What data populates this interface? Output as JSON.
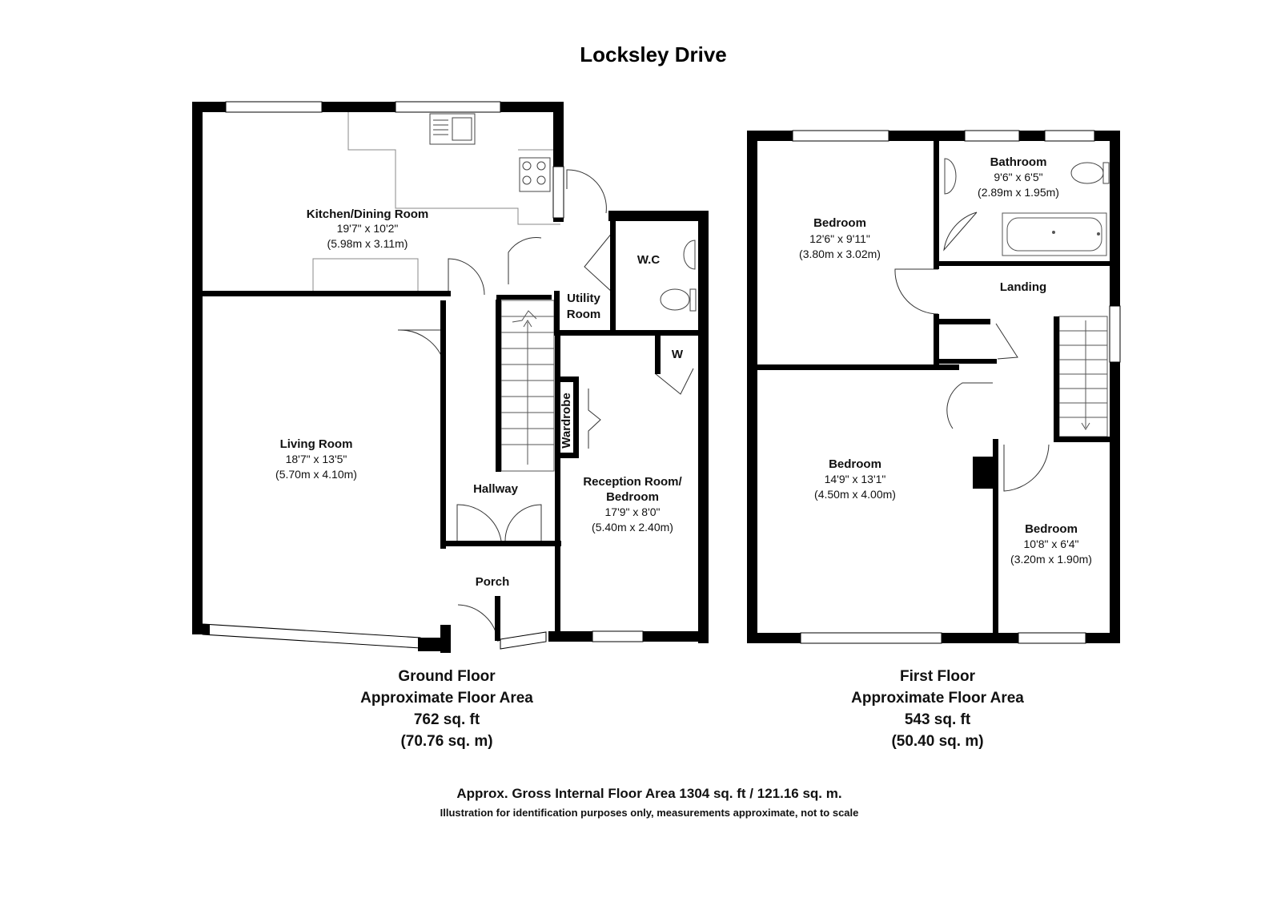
{
  "title": "Locksley Drive",
  "ground_floor": {
    "rooms": {
      "kitchen": {
        "name": "Kitchen/Dining Room",
        "dim_imperial": "19'7\" x 10'2\"",
        "dim_metric": "(5.98m x 3.11m)"
      },
      "living": {
        "name": "Living Room",
        "dim_imperial": "18'7\" x 13'5\"",
        "dim_metric": "(5.70m x 4.10m)"
      },
      "wc": {
        "name": "W.C"
      },
      "utility": {
        "name_line1": "Utility",
        "name_line2": "Room"
      },
      "wardrobe_cupboard": {
        "name": "W"
      },
      "wardrobe": {
        "name": "Wardrobe"
      },
      "hallway": {
        "name": "Hallway"
      },
      "reception": {
        "name_line1": "Reception Room/",
        "name_line2": "Bedroom",
        "dim_imperial": "17'9\" x 8'0\"",
        "dim_metric": "(5.40m x 2.40m)"
      },
      "porch": {
        "name": "Porch"
      }
    },
    "summary": {
      "label": "Ground Floor",
      "area_label": "Approximate Floor Area",
      "area_sqft": "762 sq. ft",
      "area_sqm": "(70.76 sq. m)"
    }
  },
  "first_floor": {
    "rooms": {
      "bedroom1": {
        "name": "Bedroom",
        "dim_imperial": "12'6\" x 9'11\"",
        "dim_metric": "(3.80m x 3.02m)"
      },
      "bathroom": {
        "name": "Bathroom",
        "dim_imperial": "9'6\" x 6'5\"",
        "dim_metric": "(2.89m x 1.95m)"
      },
      "landing": {
        "name": "Landing"
      },
      "bedroom2": {
        "name": "Bedroom",
        "dim_imperial": "14'9\" x 13'1\"",
        "dim_metric": "(4.50m x 4.00m)"
      },
      "bedroom3": {
        "name": "Bedroom",
        "dim_imperial": "10'8\" x 6'4\"",
        "dim_metric": "(3.20m x 1.90m)"
      }
    },
    "summary": {
      "label": "First Floor",
      "area_label": "Approximate Floor Area",
      "area_sqft": "543 sq. ft",
      "area_sqm": "(50.40 sq. m)"
    }
  },
  "gross_area": "Approx. Gross Internal Floor Area 1304 sq. ft / 121.16 sq. m.",
  "disclaimer": "Illustration for identification purposes only, measurements approximate, not to scale"
}
